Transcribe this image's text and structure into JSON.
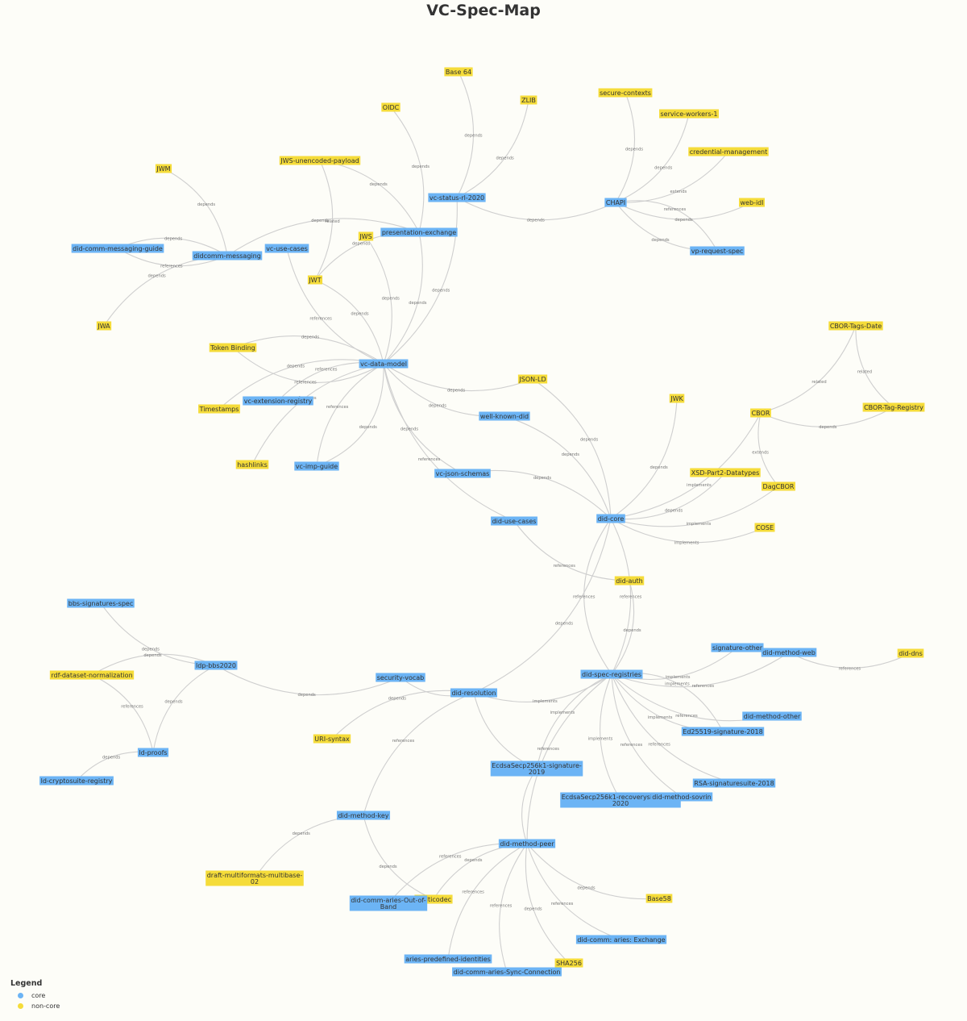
{
  "title": "VC-Spec-Map",
  "colors": {
    "core": "#6cb4f5",
    "noncore": "#f5dc3a"
  },
  "legend": {
    "title": "Legend",
    "items": [
      {
        "label": "core",
        "kind": "core"
      },
      {
        "label": "non-core",
        "kind": "noncore"
      }
    ]
  },
  "nodes": [
    {
      "id": "base64",
      "label": "Base 64",
      "kind": "noncore"
    },
    {
      "id": "zlib",
      "label": "ZLIB",
      "kind": "noncore"
    },
    {
      "id": "oidc",
      "label": "OIDC",
      "kind": "noncore"
    },
    {
      "id": "secure",
      "label": "secure-contexts",
      "kind": "noncore"
    },
    {
      "id": "sw1",
      "label": "service-workers-1",
      "kind": "noncore"
    },
    {
      "id": "credmgmt",
      "label": "credential-management",
      "kind": "noncore"
    },
    {
      "id": "webidl",
      "label": "web-idl",
      "kind": "noncore"
    },
    {
      "id": "chapi",
      "label": "CHAPI",
      "kind": "core"
    },
    {
      "id": "vprequest",
      "label": "vp-request-spec",
      "kind": "core"
    },
    {
      "id": "vcstatus",
      "label": "vc-status-rl-2020",
      "kind": "core"
    },
    {
      "id": "jwsunenc",
      "label": "JWS-unencoded-payload",
      "kind": "noncore"
    },
    {
      "id": "jwm",
      "label": "JWM",
      "kind": "noncore"
    },
    {
      "id": "pe",
      "label": "presentation-exchange",
      "kind": "core"
    },
    {
      "id": "jws",
      "label": "JWS",
      "kind": "noncore"
    },
    {
      "id": "didcommguide",
      "label": "did-comm-messaging-guide",
      "kind": "core"
    },
    {
      "id": "didcommmsg",
      "label": "didcomm-messaging",
      "kind": "core"
    },
    {
      "id": "vcusecases",
      "label": "vc-use-cases",
      "kind": "core"
    },
    {
      "id": "jwt",
      "label": "JWT",
      "kind": "noncore"
    },
    {
      "id": "jwa",
      "label": "JWA",
      "kind": "noncore"
    },
    {
      "id": "tokenbinding",
      "label": "Token Binding",
      "kind": "noncore"
    },
    {
      "id": "vcdm",
      "label": "vc-data-model",
      "kind": "core"
    },
    {
      "id": "jsonld",
      "label": "JSON-LD",
      "kind": "noncore"
    },
    {
      "id": "vcext",
      "label": "vc-extension-registry",
      "kind": "core"
    },
    {
      "id": "timestamps",
      "label": "Timestamps",
      "kind": "noncore"
    },
    {
      "id": "hashlinks",
      "label": "hashlinks",
      "kind": "noncore"
    },
    {
      "id": "vcimp",
      "label": "vc-imp-guide",
      "kind": "core"
    },
    {
      "id": "wellknown",
      "label": "well-known-did",
      "kind": "core"
    },
    {
      "id": "vcjson",
      "label": "vc-json-schemas",
      "kind": "core"
    },
    {
      "id": "cbortagsdate",
      "label": "CBOR-Tags-Date",
      "kind": "noncore"
    },
    {
      "id": "jwk",
      "label": "JWK",
      "kind": "noncore"
    },
    {
      "id": "cbor",
      "label": "CBOR",
      "kind": "noncore"
    },
    {
      "id": "cbortagreg",
      "label": "CBOR-Tag-Registry",
      "kind": "noncore"
    },
    {
      "id": "xsd",
      "label": "XSD-Part2-Datatypes",
      "kind": "noncore"
    },
    {
      "id": "dagcbor",
      "label": "DagCBOR",
      "kind": "noncore"
    },
    {
      "id": "didcore",
      "label": "did-core",
      "kind": "core"
    },
    {
      "id": "cose",
      "label": "COSE",
      "kind": "noncore"
    },
    {
      "id": "didusecases",
      "label": "did-use-cases",
      "kind": "core"
    },
    {
      "id": "didauth",
      "label": "did-auth",
      "kind": "noncore"
    },
    {
      "id": "bbssig",
      "label": "bbs-signatures-spec",
      "kind": "core"
    },
    {
      "id": "ldpbbs",
      "label": "ldp-bbs2020",
      "kind": "core"
    },
    {
      "id": "rdfnorm",
      "label": "rdf-dataset-normalization",
      "kind": "noncore"
    },
    {
      "id": "secvocab",
      "label": "security-vocab",
      "kind": "core"
    },
    {
      "id": "didres",
      "label": "did-resolution",
      "kind": "core"
    },
    {
      "id": "didspecreg",
      "label": "did-spec-registries",
      "kind": "core"
    },
    {
      "id": "sigother",
      "label": "signature-other",
      "kind": "core"
    },
    {
      "id": "didweb",
      "label": "did-method-web",
      "kind": "core"
    },
    {
      "id": "diddns",
      "label": "did-dns",
      "kind": "noncore"
    },
    {
      "id": "didother",
      "label": "did-method-other",
      "kind": "core"
    },
    {
      "id": "ed25519",
      "label": "Ed25519-signature-2018",
      "kind": "core"
    },
    {
      "id": "rsasig",
      "label": "RSA-signaturesuite-2018",
      "kind": "core"
    },
    {
      "id": "ldproofs",
      "label": "ld-proofs",
      "kind": "core"
    },
    {
      "id": "ldcrypto",
      "label": "ld-cryptosuite-registry",
      "kind": "core"
    },
    {
      "id": "urisyntax",
      "label": "URI-syntax",
      "kind": "noncore"
    },
    {
      "id": "secp2019",
      "label": [
        "EcdsaSecp256k1-signature-",
        "2019"
      ],
      "kind": "core"
    },
    {
      "id": "secprec",
      "label": [
        "EcdsaSecp256k1-recoverysignature-",
        "2020"
      ],
      "kind": "core"
    },
    {
      "id": "sovrin",
      "label": "did-method-sovrin",
      "kind": "core"
    },
    {
      "id": "didkey",
      "label": "did-method-key",
      "kind": "core"
    },
    {
      "id": "didpeer",
      "label": "did-method-peer",
      "kind": "core"
    },
    {
      "id": "multibase",
      "label": [
        "draft-multiformats-multibase-",
        "02"
      ],
      "kind": "noncore"
    },
    {
      "id": "multicodec",
      "label": "multicodec",
      "kind": "noncore"
    },
    {
      "id": "oob",
      "label": [
        "did-comm-aries-Out-of-",
        "Band"
      ],
      "kind": "core"
    },
    {
      "id": "base58",
      "label": "Base58",
      "kind": "noncore"
    },
    {
      "id": "exchange",
      "label": "did-comm: aries: Exchange",
      "kind": "core"
    },
    {
      "id": "predef",
      "label": "aries-predefined-identities",
      "kind": "core"
    },
    {
      "id": "sha256",
      "label": "SHA256",
      "kind": "noncore"
    },
    {
      "id": "syncconn",
      "label": "did-comm-aries-Sync-Connection",
      "kind": "core"
    }
  ],
  "edges": [
    {
      "from": "vcstatus",
      "to": "base64",
      "label": "depends"
    },
    {
      "from": "vcstatus",
      "to": "zlib",
      "label": "depends"
    },
    {
      "from": "vcstatus",
      "to": "chapi",
      "label": "depends"
    },
    {
      "from": "chapi",
      "to": "secure",
      "label": "depends"
    },
    {
      "from": "chapi",
      "to": "sw1",
      "label": "depends"
    },
    {
      "from": "chapi",
      "to": "credmgmt",
      "label": "extends"
    },
    {
      "from": "chapi",
      "to": "webidl",
      "label": "depends"
    },
    {
      "from": "chapi",
      "to": "vprequest",
      "label": "depends"
    },
    {
      "from": "chapi",
      "to": "vprequest",
      "label": "references"
    },
    {
      "from": "pe",
      "to": "oidc",
      "label": "depends"
    },
    {
      "from": "pe",
      "to": "jwsunenc",
      "label": "depends"
    },
    {
      "from": "pe",
      "to": "didcommmsg",
      "label": "depends"
    },
    {
      "from": "pe",
      "to": "jwt",
      "label": "depends"
    },
    {
      "from": "jwt",
      "to": "jwsunenc",
      "label": "related"
    },
    {
      "from": "didcommmsg",
      "to": "jwm",
      "label": "depends"
    },
    {
      "from": "didcommmsg",
      "to": "didcommguide",
      "label": "depends"
    },
    {
      "from": "didcommguide",
      "to": "didcommmsg",
      "label": "references"
    },
    {
      "from": "didcommmsg",
      "to": "jwa",
      "label": "depends"
    },
    {
      "from": "vcusecases",
      "to": "vcdm",
      "label": "references"
    },
    {
      "from": "vcdm",
      "to": "jwt",
      "label": "depends"
    },
    {
      "from": "vcdm",
      "to": "jws",
      "label": "depends"
    },
    {
      "from": "vcdm",
      "to": "pe",
      "label": "depends"
    },
    {
      "from": "vcdm",
      "to": "vcstatus",
      "label": "depends"
    },
    {
      "from": "vcdm",
      "to": "jsonld",
      "label": "depends"
    },
    {
      "from": "vcdm",
      "to": "tokenbinding",
      "label": "depends"
    },
    {
      "from": "vcdm",
      "to": "tokenbinding",
      "label": "references"
    },
    {
      "from": "vcdm",
      "to": "vcext",
      "label": "references"
    },
    {
      "from": "vcdm",
      "to": "timestamps",
      "label": "depends"
    },
    {
      "from": "vcdm",
      "to": "hashlinks",
      "label": "references"
    },
    {
      "from": "vcdm",
      "to": "vcimp",
      "label": "references"
    },
    {
      "from": "vcdm",
      "to": "vcimp",
      "label": "depends"
    },
    {
      "from": "vcdm",
      "to": "wellknown",
      "label": "depends"
    },
    {
      "from": "vcdm",
      "to": "vcjson",
      "label": "depends"
    },
    {
      "from": "vcdm",
      "to": "didusecases",
      "label": "references"
    },
    {
      "from": "didcore",
      "to": "jsonld",
      "label": "depends"
    },
    {
      "from": "didcore",
      "to": "wellknown",
      "label": "depends"
    },
    {
      "from": "didcore",
      "to": "vcjson",
      "label": "depends"
    },
    {
      "from": "didcore",
      "to": "jwk",
      "label": "depends"
    },
    {
      "from": "didcore",
      "to": "cbor",
      "label": "implements"
    },
    {
      "from": "didcore",
      "to": "xsd",
      "label": "depends"
    },
    {
      "from": "didcore",
      "to": "dagcbor",
      "label": "implements"
    },
    {
      "from": "didcore",
      "to": "cose",
      "label": "implements"
    },
    {
      "from": "cbor",
      "to": "cbortagsdate",
      "label": "related"
    },
    {
      "from": "cbor",
      "to": "cbortagreg",
      "label": "depends"
    },
    {
      "from": "cbortagsdate",
      "to": "cbortagreg",
      "label": "related"
    },
    {
      "from": "cbor",
      "to": "dagcbor",
      "label": "extends"
    },
    {
      "from": "didusecases",
      "to": "didauth",
      "label": "references"
    },
    {
      "from": "didspecreg",
      "to": "didcore",
      "label": "references"
    },
    {
      "from": "didspecreg",
      "to": "didauth",
      "label": "depends"
    },
    {
      "from": "didspecreg",
      "to": "didcore",
      "label": "references"
    },
    {
      "from": "didres",
      "to": "didcore",
      "label": "depends"
    },
    {
      "from": "bbssig",
      "to": "ldpbbs",
      "label": "depends"
    },
    {
      "from": "ldpbbs",
      "to": "secvocab",
      "label": "depends"
    },
    {
      "from": "ldpbbs",
      "to": "rdfnorm",
      "label": "depends"
    },
    {
      "from": "ldpbbs",
      "to": "ldproofs",
      "label": "depends"
    },
    {
      "from": "ldproofs",
      "to": "rdfnorm",
      "label": "references"
    },
    {
      "from": "ldproofs",
      "to": "ldcrypto",
      "label": "depends"
    },
    {
      "from": "secvocab",
      "to": "didres",
      "label": ""
    },
    {
      "from": "didres",
      "to": "didspecreg",
      "label": "implements"
    },
    {
      "from": "didres",
      "to": "urisyntax",
      "label": "depends"
    },
    {
      "from": "didres",
      "to": "didkey",
      "label": "references"
    },
    {
      "from": "didres",
      "to": "secp2019",
      "label": ""
    },
    {
      "from": "didspecreg",
      "to": "sigother",
      "label": "implements"
    },
    {
      "from": "didspecreg",
      "to": "didweb",
      "label": "references"
    },
    {
      "from": "didweb",
      "to": "diddns",
      "label": "references"
    },
    {
      "from": "didspecreg",
      "to": "didother",
      "label": "references"
    },
    {
      "from": "didspecreg",
      "to": "ed25519",
      "label": "implements"
    },
    {
      "from": "didspecreg",
      "to": "ed25519",
      "label": "implements"
    },
    {
      "from": "didspecreg",
      "to": "rsasig",
      "label": "references"
    },
    {
      "from": "didspecreg",
      "to": "secp2019",
      "label": "implements"
    },
    {
      "from": "didspecreg",
      "to": "secprec",
      "label": "implements"
    },
    {
      "from": "didspecreg",
      "to": "sovrin",
      "label": "references"
    },
    {
      "from": "didspecreg",
      "to": "didpeer",
      "label": "references"
    },
    {
      "from": "didkey",
      "to": "multibase",
      "label": "depends"
    },
    {
      "from": "didkey",
      "to": "multicodec",
      "label": "depends"
    },
    {
      "from": "didpeer",
      "to": "multicodec",
      "label": "depends"
    },
    {
      "from": "didpeer",
      "to": "oob",
      "label": "references"
    },
    {
      "from": "didpeer",
      "to": "base58",
      "label": "depends"
    },
    {
      "from": "didpeer",
      "to": "exchange",
      "label": "references"
    },
    {
      "from": "didpeer",
      "to": "sha256",
      "label": "depends"
    },
    {
      "from": "didpeer",
      "to": "predef",
      "label": "references"
    },
    {
      "from": "didpeer",
      "to": "syncconn",
      "label": "references"
    },
    {
      "from": "secp2019",
      "to": "didpeer",
      "label": ""
    }
  ]
}
